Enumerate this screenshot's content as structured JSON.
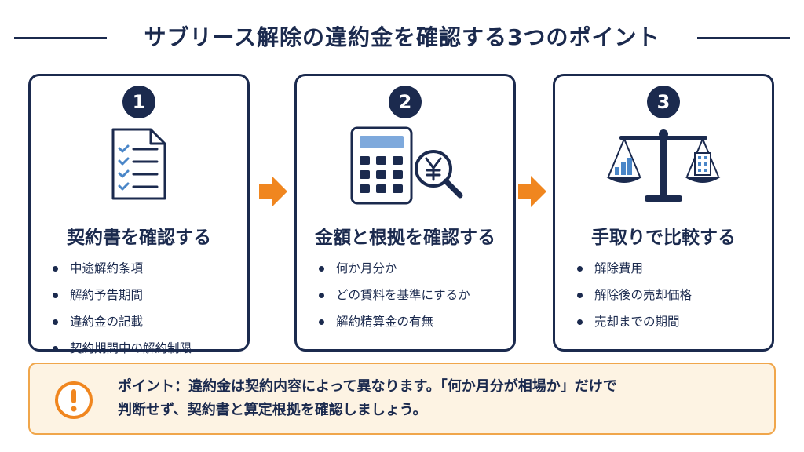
{
  "title": "サブリース解除の違約金を確認する3つのポイント",
  "colors": {
    "navy": "#1b2a4e",
    "orange": "#f0861f",
    "blue": "#4a86c8",
    "note_bg": "#fdf3e3"
  },
  "cards": [
    {
      "number": "1",
      "icon": "checklist-document-icon",
      "title": "契約書を確認する",
      "bullets": [
        "中途解約条項",
        "解約予告期間",
        "違約金の記載",
        "契約期間中の解約制限"
      ]
    },
    {
      "number": "2",
      "icon": "calculator-yen-magnifier-icon",
      "title": "金額と根拠を確認する",
      "bullets": [
        "何か月分か",
        "どの賃料を基準にするか",
        "解約精算金の有無"
      ]
    },
    {
      "number": "3",
      "icon": "balance-scale-icon",
      "title": "手取りで比較する",
      "bullets": [
        "解除費用",
        "解除後の売却価格",
        "売却までの期間"
      ]
    }
  ],
  "note": {
    "icon": "exclamation-circle-icon",
    "line1": "ポイント：違約金は契約内容によって異なります。「何か月分が相場か」だけで",
    "line2": "判断せず、契約書と算定根拠を確認しましょう。"
  }
}
